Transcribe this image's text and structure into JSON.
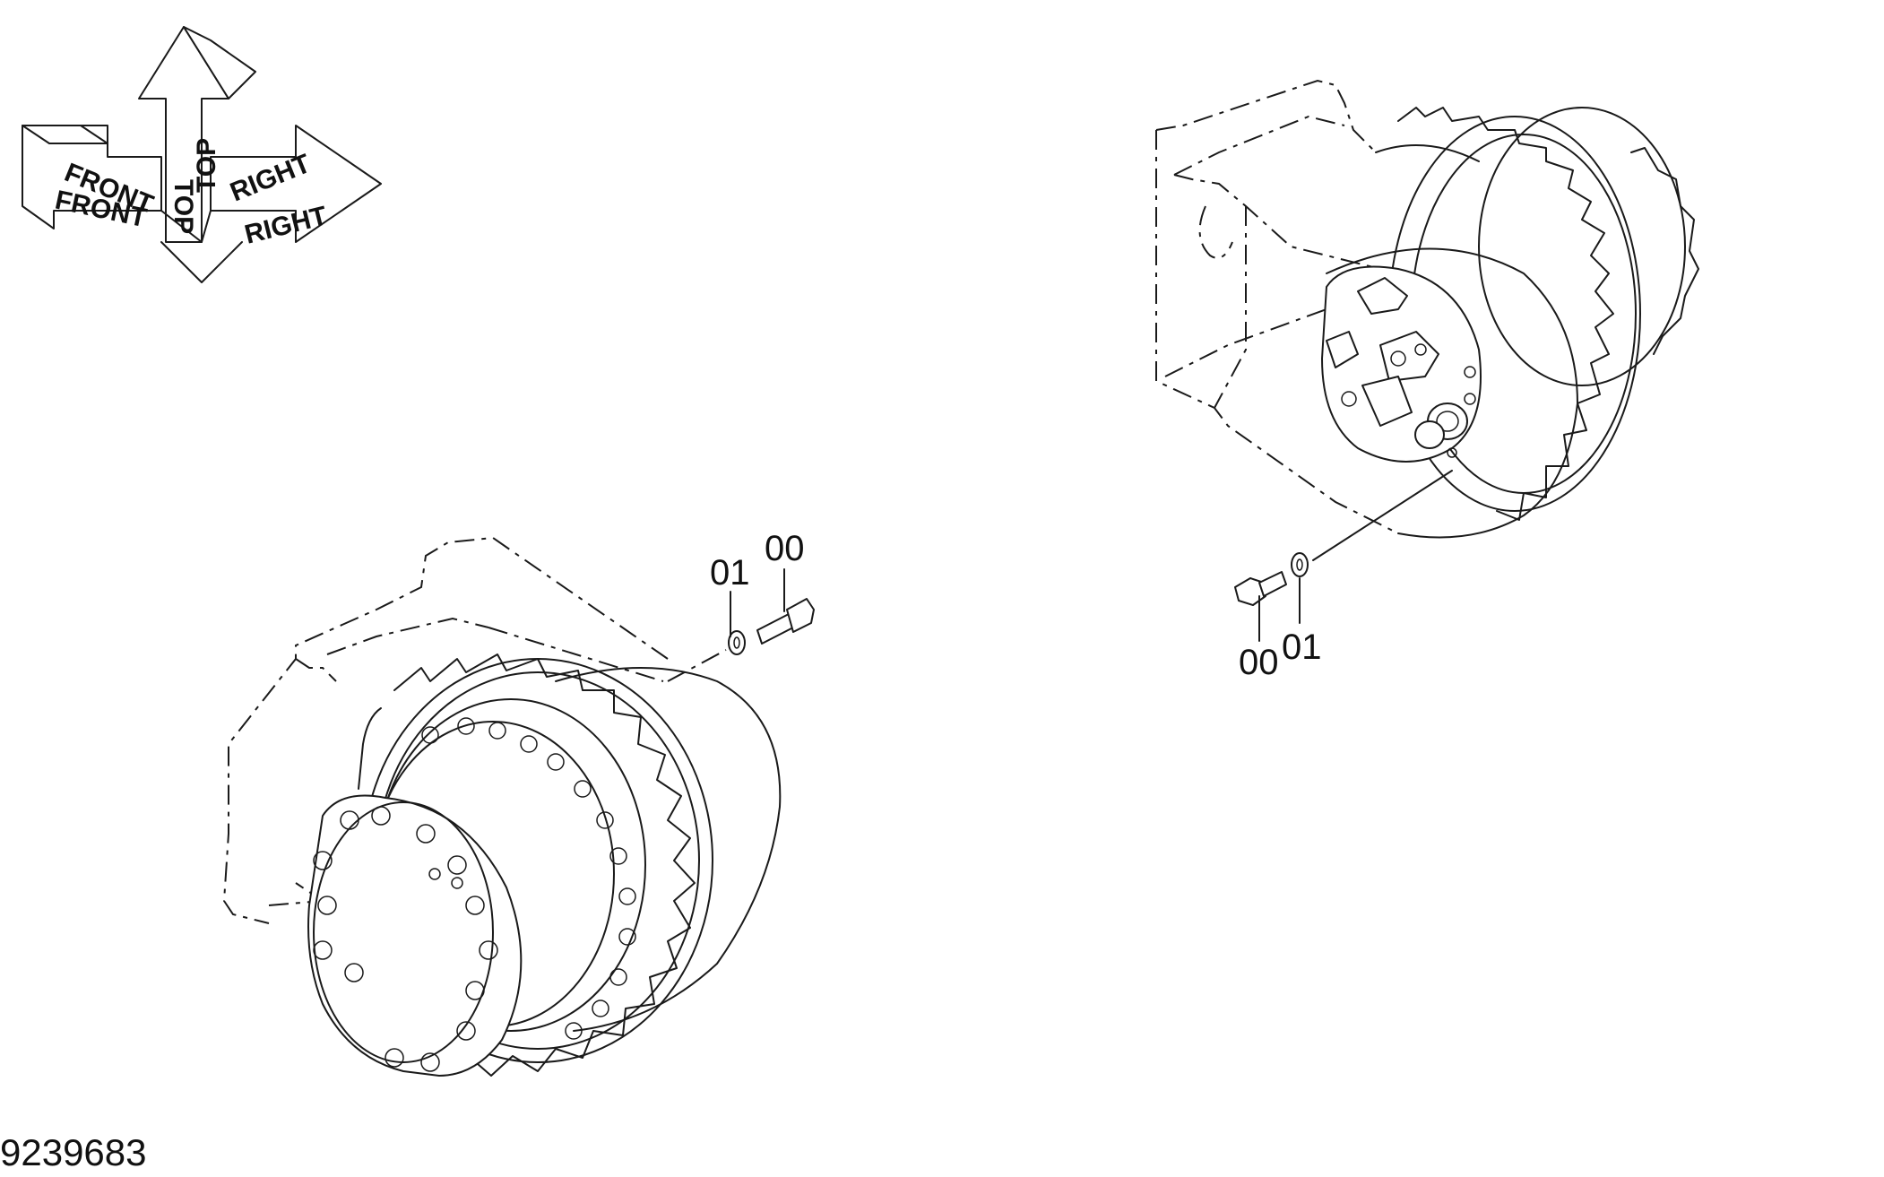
{
  "orientation": {
    "front": "FRONT",
    "top": "TOP",
    "right": "RIGHT"
  },
  "left_view": {
    "bolt_label": "00",
    "washer_label": "01"
  },
  "right_view": {
    "bolt_label": "00",
    "washer_label": "01"
  },
  "document_number": "9239683"
}
